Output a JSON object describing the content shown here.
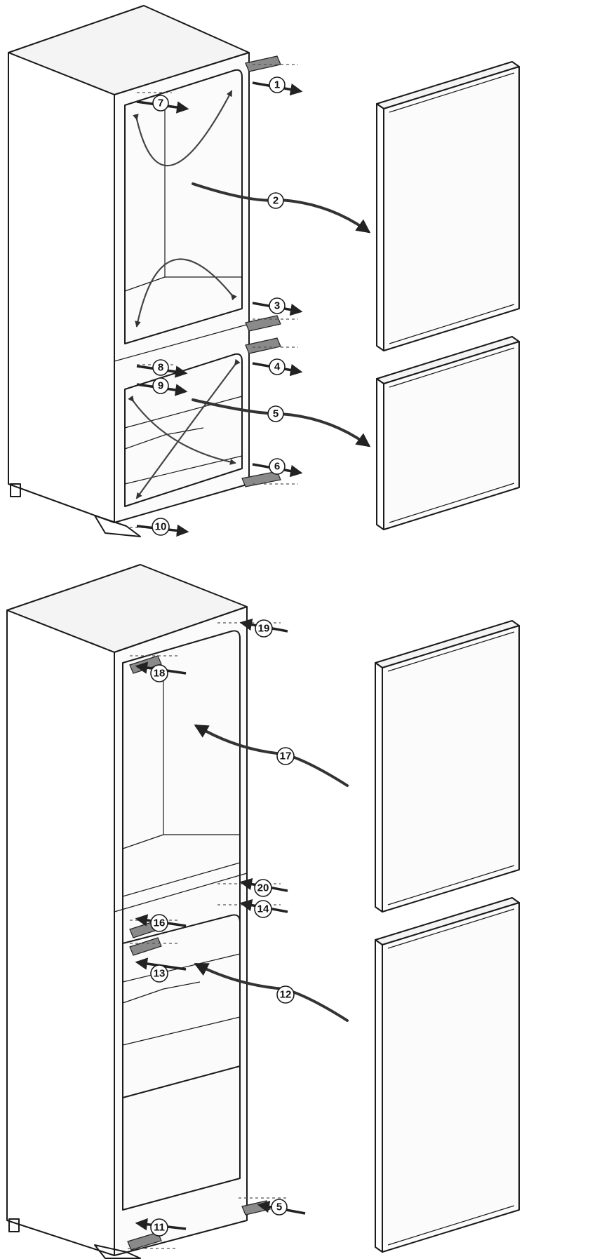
{
  "callouts": {
    "top": [
      {
        "id": "c1",
        "label": "1"
      },
      {
        "id": "c2",
        "label": "2"
      },
      {
        "id": "c3",
        "label": "3"
      },
      {
        "id": "c4",
        "label": "4"
      },
      {
        "id": "c5",
        "label": "5"
      },
      {
        "id": "c6",
        "label": "6"
      },
      {
        "id": "c7",
        "label": "7"
      },
      {
        "id": "c8",
        "label": "8"
      },
      {
        "id": "c9",
        "label": "9"
      },
      {
        "id": "c10",
        "label": "10"
      }
    ],
    "bottom": [
      {
        "id": "c11",
        "label": "11"
      },
      {
        "id": "c12",
        "label": "12"
      },
      {
        "id": "c13",
        "label": "13"
      },
      {
        "id": "c14",
        "label": "14"
      },
      {
        "id": "c5b",
        "label": "5"
      },
      {
        "id": "c16",
        "label": "16"
      },
      {
        "id": "c17",
        "label": "17"
      },
      {
        "id": "c18",
        "label": "18"
      },
      {
        "id": "c19",
        "label": "19"
      },
      {
        "id": "c20",
        "label": "20"
      }
    ]
  }
}
